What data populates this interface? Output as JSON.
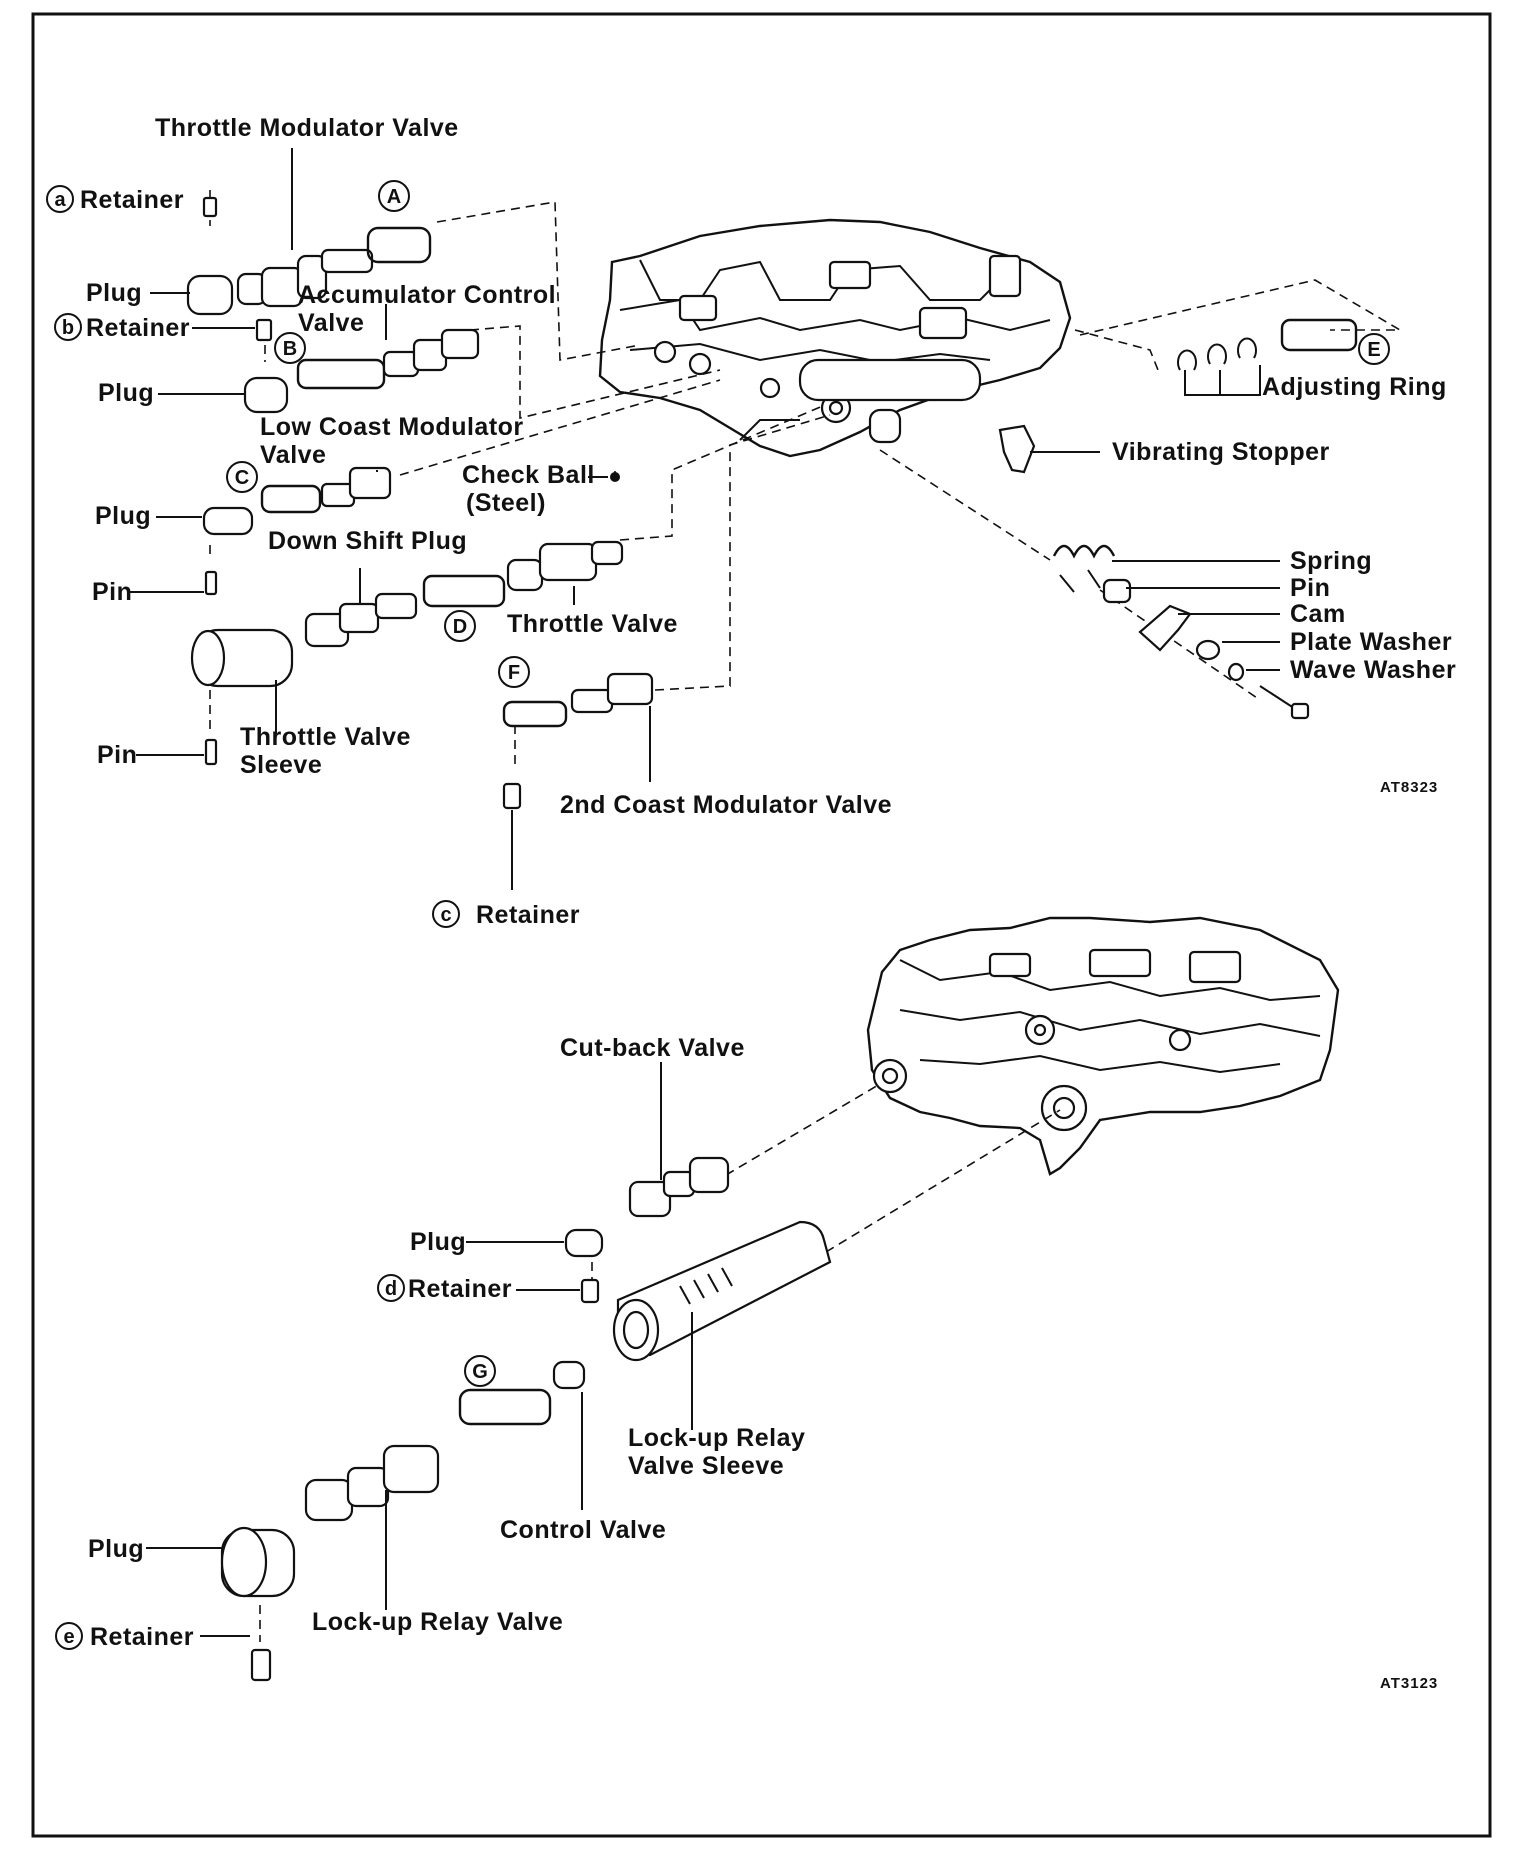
{
  "labels": {
    "throttle_modulator_valve": "Throttle Modulator Valve",
    "retainer_a": "Retainer",
    "retainer_a_letter": "a",
    "spring_a": "A",
    "plug_1": "Plug",
    "retainer_b": "Retainer",
    "retainer_b_letter": "b",
    "accumulator_control_valve_1": "Accumulator Control",
    "accumulator_control_valve_2": "Valve",
    "spring_b": "B",
    "plug_2": "Plug",
    "low_coast_modulator_valve_1": "Low Coast Modulator",
    "low_coast_modulator_valve_2": "Valve",
    "spring_c": "C",
    "plug_3": "Plug",
    "check_ball_1": "Check Ball",
    "check_ball_2": "(Steel)",
    "down_shift_plug": "Down Shift Plug",
    "pin_1": "Pin",
    "spring_d": "D",
    "throttle_valve": "Throttle Valve",
    "throttle_valve_sleeve_1": "Throttle Valve",
    "throttle_valve_sleeve_2": "Sleeve",
    "pin_2": "Pin",
    "spring_f": "F",
    "second_coast_modulator_valve": "2nd Coast Modulator Valve",
    "retainer_c": "Retainer",
    "retainer_c_letter": "c",
    "adjusting_ring": "Adjusting Ring",
    "spring_e": "E",
    "vibrating_stopper": "Vibrating Stopper",
    "spring": "Spring",
    "pin_3": "Pin",
    "cam": "Cam",
    "plate_washer": "Plate Washer",
    "wave_washer": "Wave Washer",
    "code_top": "AT8323",
    "cut_back_valve": "Cut-back Valve",
    "plug_4": "Plug",
    "retainer_d": "Retainer",
    "retainer_d_letter": "d",
    "spring_g": "G",
    "lock_up_relay_valve_sleeve_1": "Lock-up Relay",
    "lock_up_relay_valve_sleeve_2": "Valve Sleeve",
    "control_valve": "Control Valve",
    "plug_5": "Plug",
    "lock_up_relay_valve": "Lock-up Relay Valve",
    "retainer_e": "Retainer",
    "retainer_e_letter": "e",
    "code_bottom": "AT3123"
  }
}
